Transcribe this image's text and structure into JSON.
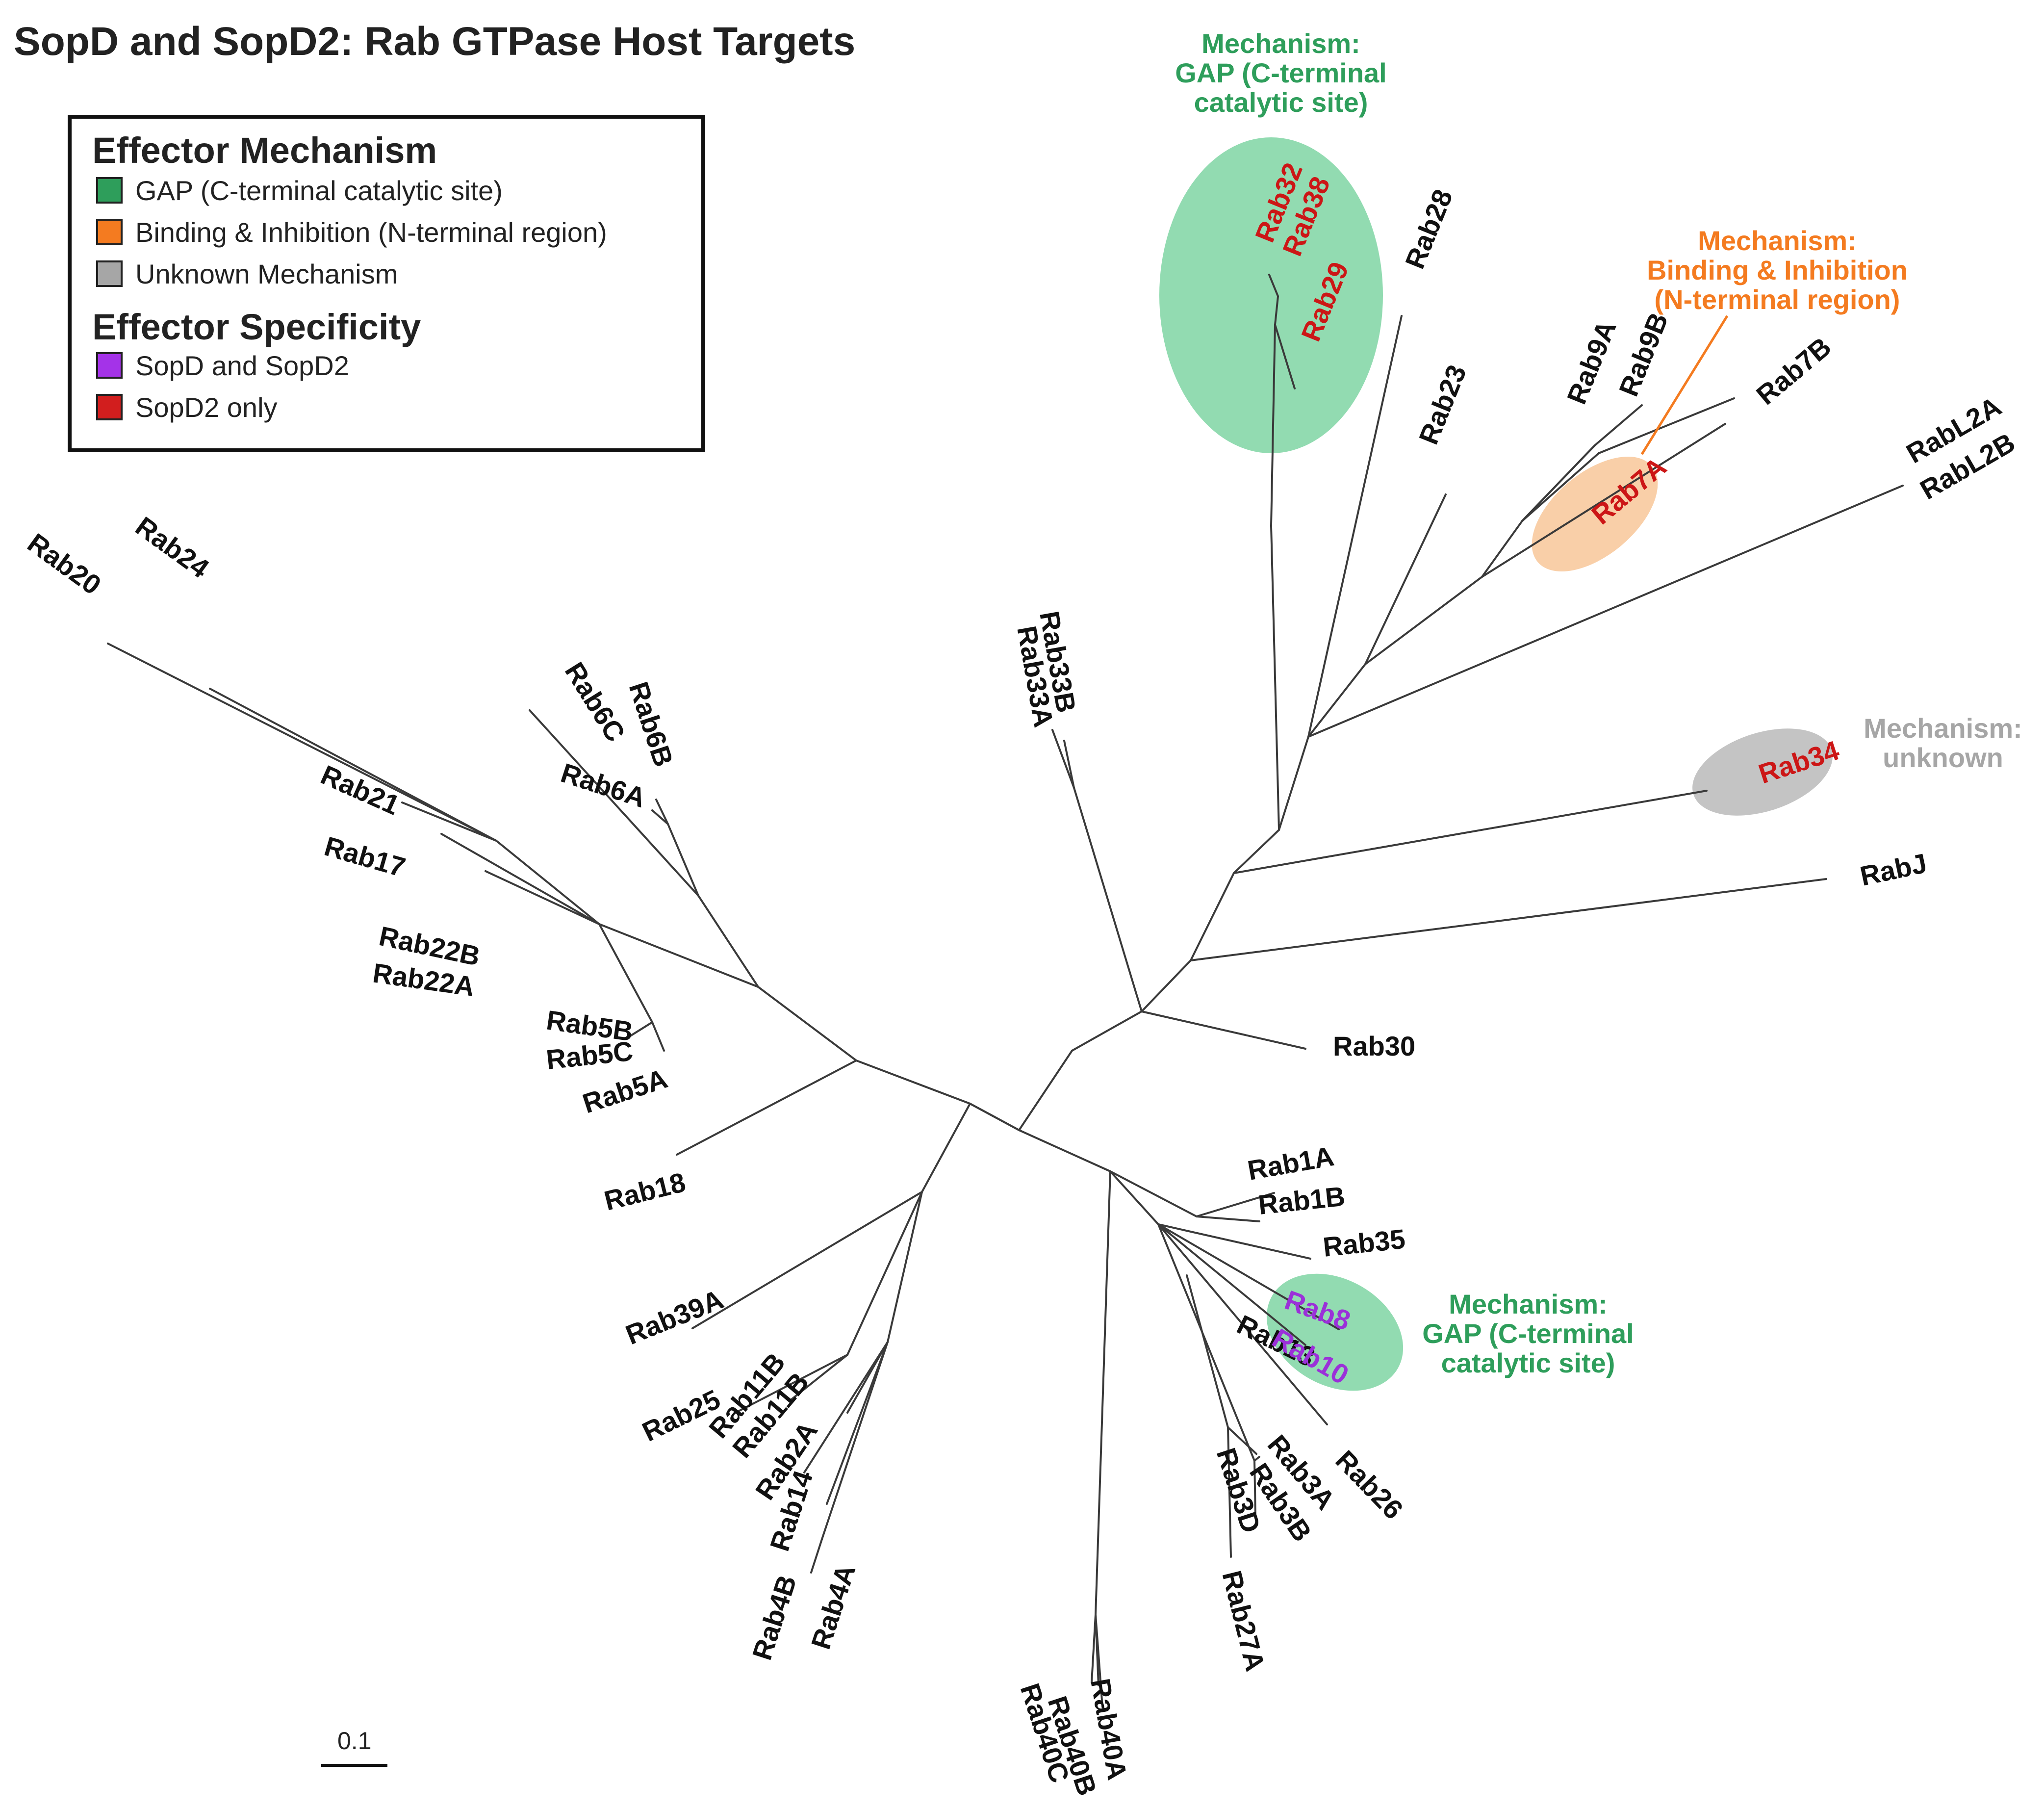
{
  "title": "SopD and SopD2: Rab GTPase Host Targets",
  "legend": {
    "mechanism_heading": "Effector Mechanism",
    "mechanism_items": [
      {
        "label": "GAP (C-terminal catalytic site)",
        "color": "#2e9e5b"
      },
      {
        "label": "Binding & Inhibition (N-terminal region)",
        "color": "#f47b20"
      },
      {
        "label": "Unknown Mechanism",
        "color": "#a6a6a6"
      }
    ],
    "specificity_heading": "Effector Specificity",
    "specificity_items": [
      {
        "label": "SopD and SopD2",
        "color": "#a433e8"
      },
      {
        "label": "SopD2 only",
        "color": "#d21e1e"
      }
    ]
  },
  "colors": {
    "branch": "#3a3a3a",
    "leaf_default": "#111111",
    "sopd2_only": "#cc1616",
    "sopd_and_sopd2": "#9b30d9",
    "gap": "#2e9e5b",
    "gap_fill": "#92dbb1",
    "binding": "#f47b20",
    "binding_fill": "#f9cfa8",
    "unknown": "#a6a6a6",
    "unknown_fill": "#c4c4c4"
  },
  "annotations": {
    "gap_top": [
      "Mechanism:",
      "GAP (C-terminal",
      "catalytic site)"
    ],
    "binding": [
      "Mechanism:",
      "Binding & Inhibition",
      "(N-terminal region)"
    ],
    "unknown": [
      "Mechanism:",
      "unknown"
    ],
    "gap_bottom": [
      "Mechanism:",
      "GAP (C-terminal",
      "catalytic site)"
    ]
  },
  "scale_bar": {
    "label": "0.1"
  },
  "leaves": [
    {
      "name": "Rab32",
      "specificity": "sopd2_only"
    },
    {
      "name": "Rab38",
      "specificity": "sopd2_only"
    },
    {
      "name": "Rab29",
      "specificity": "sopd2_only"
    },
    {
      "name": "Rab28",
      "specificity": "none"
    },
    {
      "name": "Rab23",
      "specificity": "none"
    },
    {
      "name": "Rab9A",
      "specificity": "none"
    },
    {
      "name": "Rab9B",
      "specificity": "none"
    },
    {
      "name": "Rab7B",
      "specificity": "none"
    },
    {
      "name": "Rab7A",
      "specificity": "sopd2_only"
    },
    {
      "name": "RabL2A",
      "specificity": "none"
    },
    {
      "name": "RabL2B",
      "specificity": "none"
    },
    {
      "name": "Rab34",
      "specificity": "sopd2_only"
    },
    {
      "name": "RabJ",
      "specificity": "none"
    },
    {
      "name": "Rab30",
      "specificity": "none"
    },
    {
      "name": "Rab33B",
      "specificity": "none"
    },
    {
      "name": "Rab33A",
      "specificity": "none"
    },
    {
      "name": "Rab20",
      "specificity": "none"
    },
    {
      "name": "Rab24",
      "specificity": "none"
    },
    {
      "name": "Rab6B",
      "specificity": "none"
    },
    {
      "name": "Rab6C",
      "specificity": "none"
    },
    {
      "name": "Rab6A",
      "specificity": "none"
    },
    {
      "name": "Rab21",
      "specificity": "none"
    },
    {
      "name": "Rab17",
      "specificity": "none"
    },
    {
      "name": "Rab22B",
      "specificity": "none"
    },
    {
      "name": "Rab22A",
      "specificity": "none"
    },
    {
      "name": "Rab5B",
      "specificity": "none"
    },
    {
      "name": "Rab5C",
      "specificity": "none"
    },
    {
      "name": "Rab5A",
      "specificity": "none"
    },
    {
      "name": "Rab18",
      "specificity": "none"
    },
    {
      "name": "Rab39A",
      "specificity": "none"
    },
    {
      "name": "Rab25",
      "specificity": "none"
    },
    {
      "name": "Rab11B",
      "specificity": "none"
    },
    {
      "name": "Rab11B",
      "specificity": "none"
    },
    {
      "name": "Rab2A",
      "specificity": "none"
    },
    {
      "name": "Rab14",
      "specificity": "none"
    },
    {
      "name": "Rab4B",
      "specificity": "none"
    },
    {
      "name": "Rab4A",
      "specificity": "none"
    },
    {
      "name": "Rab40C",
      "specificity": "none"
    },
    {
      "name": "Rab40B",
      "specificity": "none"
    },
    {
      "name": "Rab40A",
      "specificity": "none"
    },
    {
      "name": "Rab27A",
      "specificity": "none"
    },
    {
      "name": "Rab3D",
      "specificity": "none"
    },
    {
      "name": "Rab3B",
      "specificity": "none"
    },
    {
      "name": "Rab3A",
      "specificity": "none"
    },
    {
      "name": "Rab26",
      "specificity": "none"
    },
    {
      "name": "Rab13",
      "specificity": "none"
    },
    {
      "name": "Rab8",
      "specificity": "sopd_and_sopd2"
    },
    {
      "name": "Rab10",
      "specificity": "sopd_and_sopd2"
    },
    {
      "name": "Rab1A",
      "specificity": "none"
    },
    {
      "name": "Rab1B",
      "specificity": "none"
    },
    {
      "name": "Rab35",
      "specificity": "none"
    }
  ]
}
